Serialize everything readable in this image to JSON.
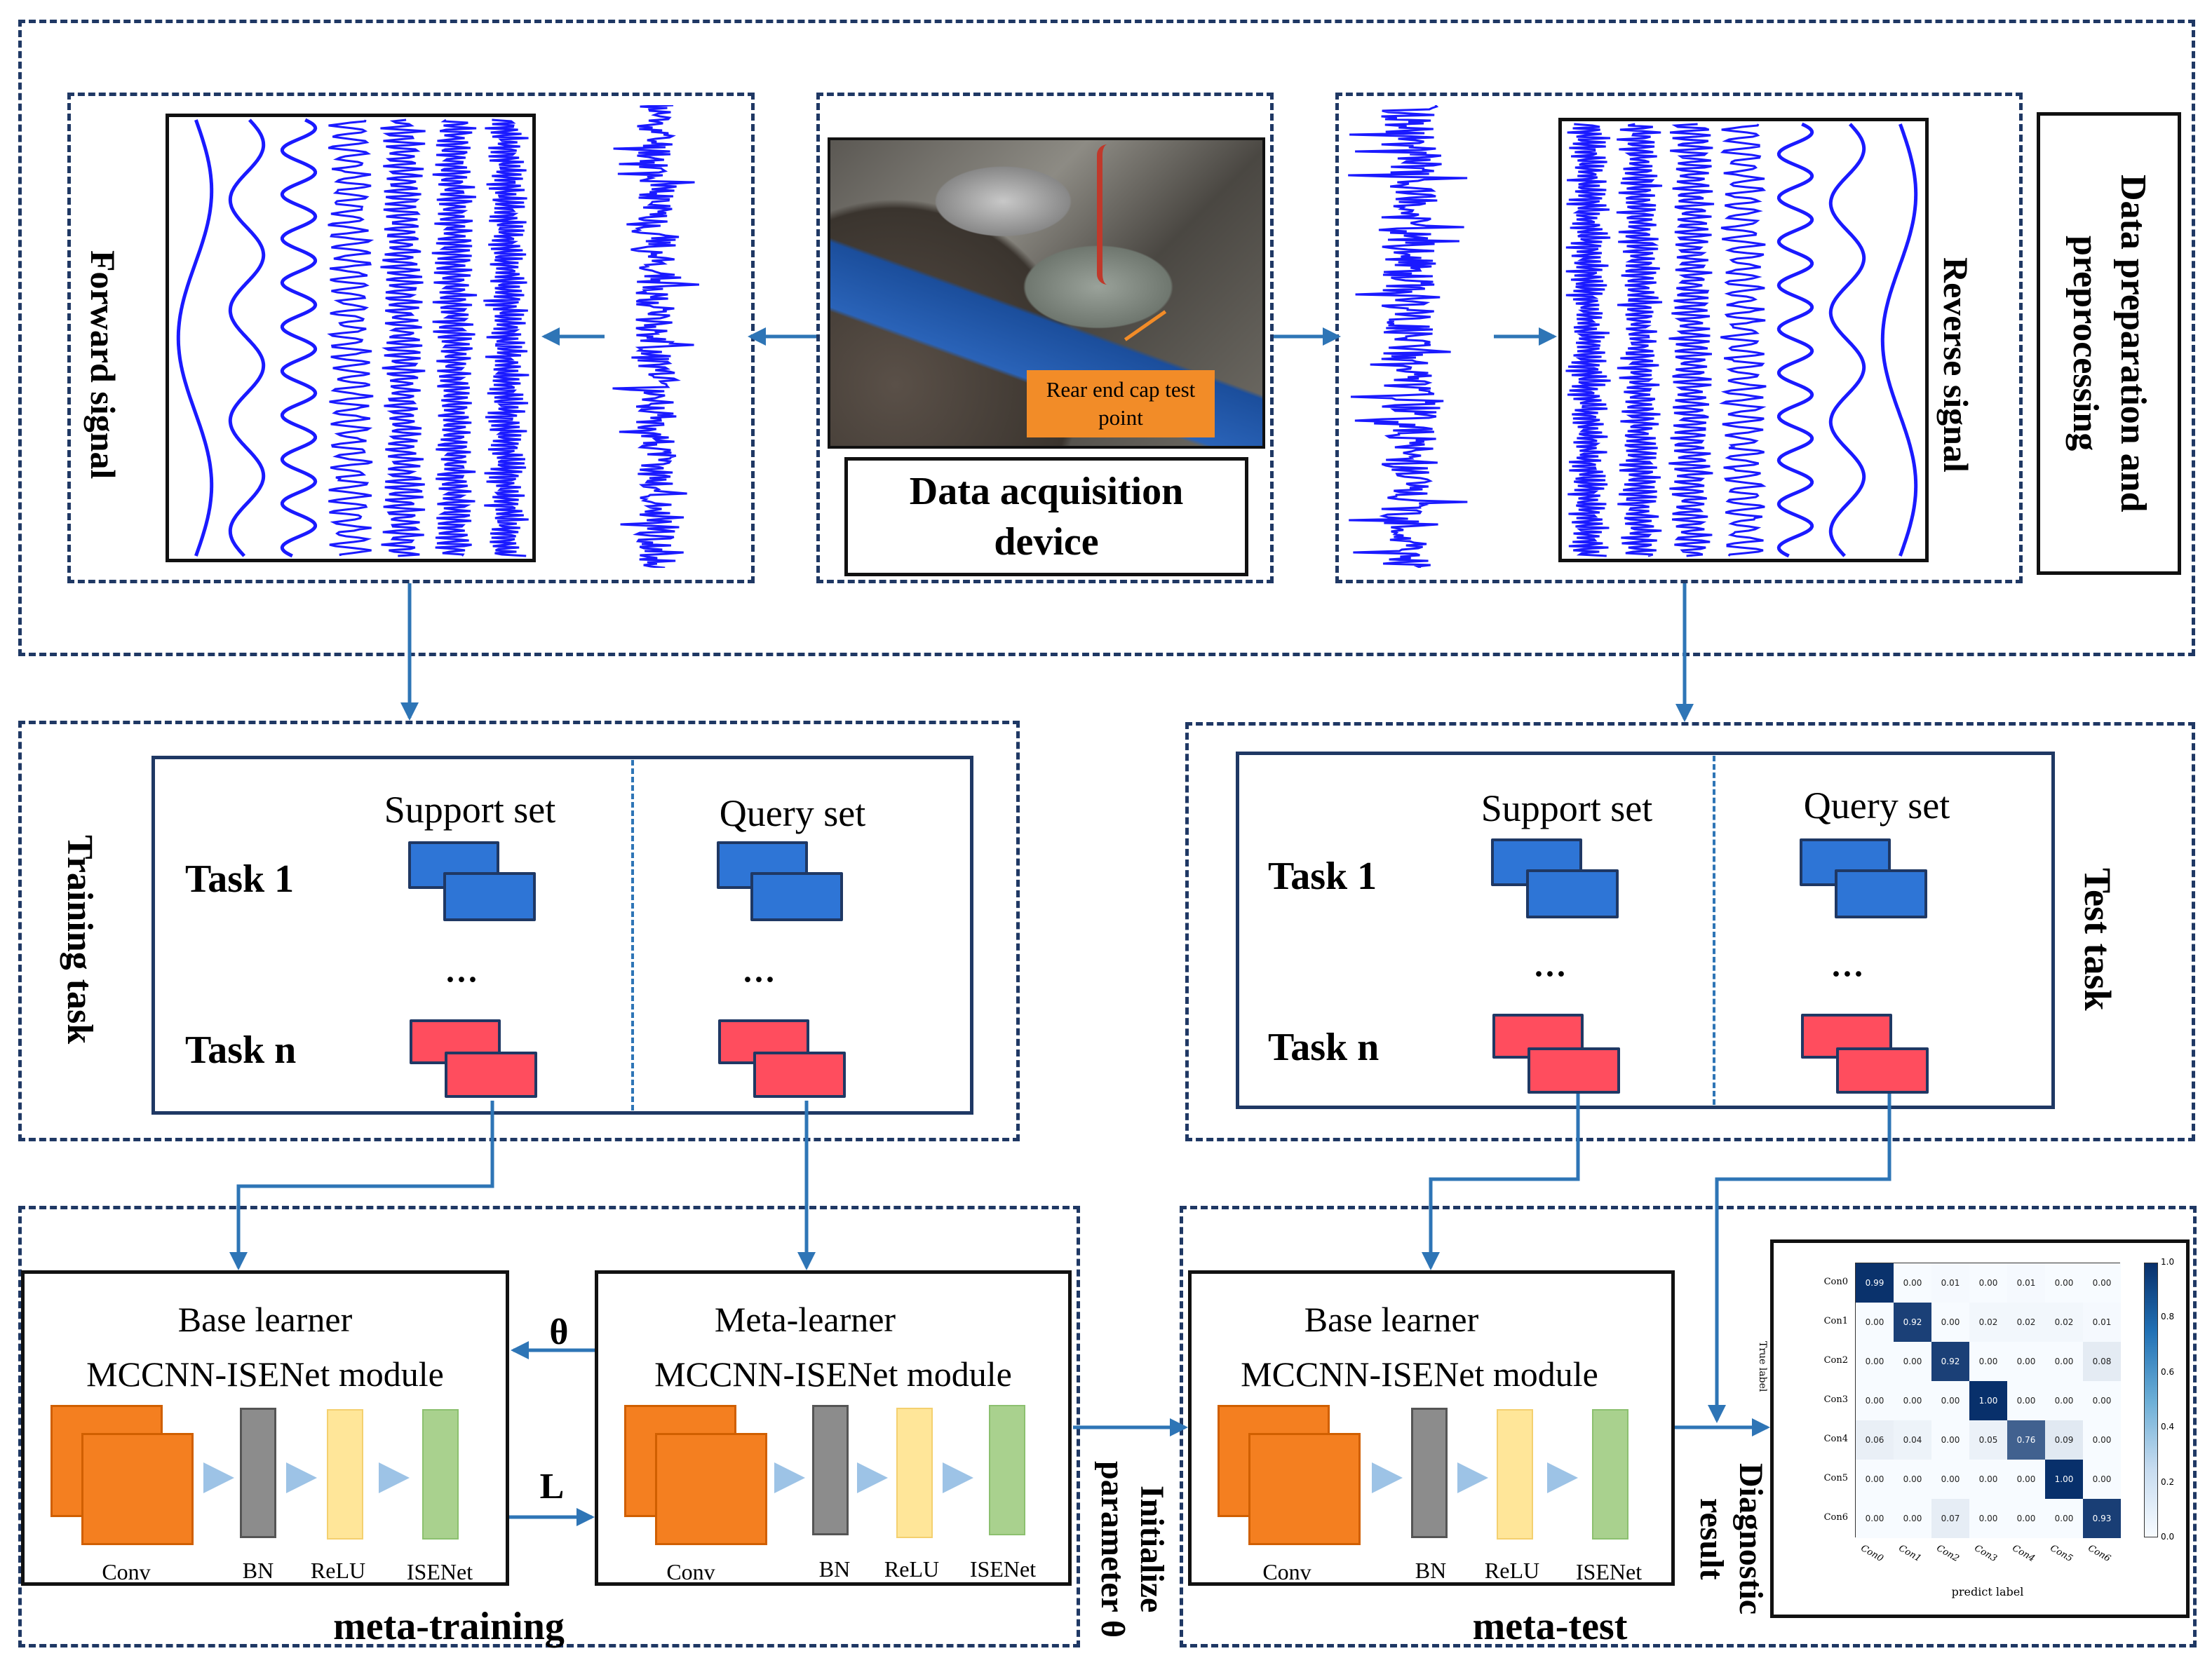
{
  "sections": {
    "data_prep": "Data preparation and preprocessing",
    "forward_signal": "Forward signal",
    "reverse_signal": "Reverse signal",
    "device": "Data acquisition device",
    "callout": "Rear end cap test point",
    "training_task": "Training task",
    "test_task": "Test task",
    "meta_training": "meta-training",
    "meta_test": "meta-test",
    "initialize": "Initialize parameter θ",
    "diagnostic": "Diagnostic result"
  },
  "task_panels": {
    "support": "Support set",
    "query": "Query set",
    "task1": "Task 1",
    "taskn": "Task n",
    "ellipsis": "···"
  },
  "modules": {
    "base_learner": "Base learner",
    "meta_learner": "Meta-learner",
    "module_name": "MCCNN-ISENet module",
    "theta": "θ",
    "loss": "L",
    "layers": [
      "Conv",
      "BN",
      "ReLU",
      "ISENet"
    ]
  },
  "confusion_matrix": {
    "labels": [
      "Con0",
      "Con1",
      "Con2",
      "Con3",
      "Con4",
      "Con5",
      "Con6"
    ],
    "xlabel": "predict label",
    "ylabel": "True label",
    "colorbar_ticks": [
      "1.0",
      "0.8",
      "0.6",
      "0.4",
      "0.2",
      "0.0"
    ],
    "values": [
      [
        0.99,
        0.0,
        0.01,
        0.0,
        0.01,
        0.0,
        0.0
      ],
      [
        0.0,
        0.92,
        0.0,
        0.02,
        0.02,
        0.02,
        0.01
      ],
      [
        0.0,
        0.0,
        0.92,
        0.0,
        0.0,
        0.0,
        0.08
      ],
      [
        0.0,
        0.0,
        0.0,
        1.0,
        0.0,
        0.0,
        0.0
      ],
      [
        0.06,
        0.04,
        0.0,
        0.05,
        0.76,
        0.09,
        0.0
      ],
      [
        0.0,
        0.0,
        0.0,
        0.0,
        0.0,
        1.0,
        0.0
      ],
      [
        0.0,
        0.0,
        0.07,
        0.0,
        0.0,
        0.0,
        0.93
      ]
    ]
  },
  "colors": {
    "navy": "#1f3864",
    "arrow": "#2e75b6",
    "signal": "#1a1aff",
    "support_block": "#2e75d6",
    "query_block_red": "#ff4d5e",
    "conv": "#f47f20",
    "bn": "#8c8c8c",
    "relu": "#ffe699",
    "isenet": "#a9d18e"
  }
}
